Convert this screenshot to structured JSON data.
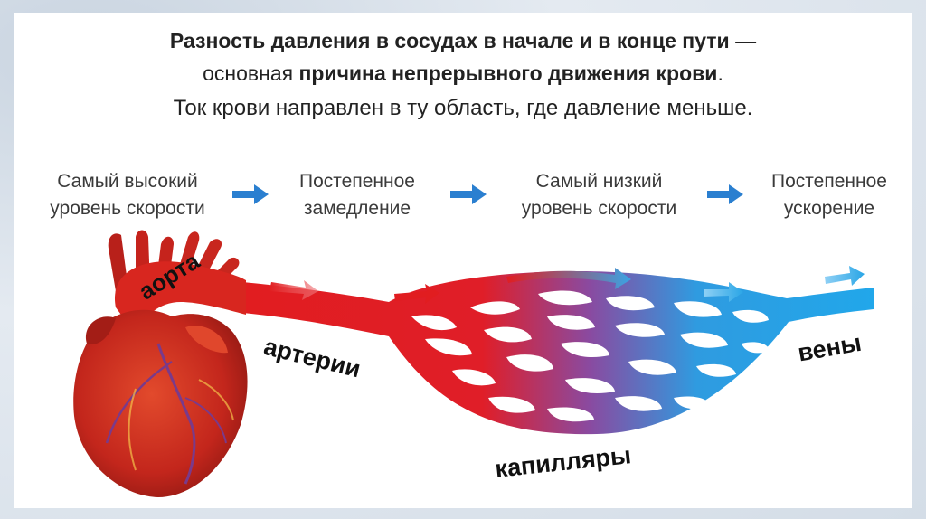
{
  "heading": {
    "line1_bold": "Разность давления в сосудах в начале и в конце пути",
    "line1_tail": " —",
    "line2_plain": "основная ",
    "line2_bold": "причина непрерывного движения крови",
    "line2_end": ".",
    "line3": "Ток крови направлен в ту область, где давление меньше."
  },
  "stages": [
    {
      "line1": "Самый высокий",
      "line2": "уровень скорости"
    },
    {
      "line1": "Постепенное",
      "line2": "замедление"
    },
    {
      "line1": "Самый низкий",
      "line2": "уровень скорости"
    },
    {
      "line1": "Постепенное",
      "line2": "ускорение"
    }
  ],
  "vessel_labels": {
    "aorta": "аорта",
    "arteries": "артерии",
    "capillaries": "капилляры",
    "veins": "вены"
  },
  "colors": {
    "arterial": "#e11d20",
    "venous": "#2aa6e6",
    "stage_arrow": "#2a7fd0"
  }
}
